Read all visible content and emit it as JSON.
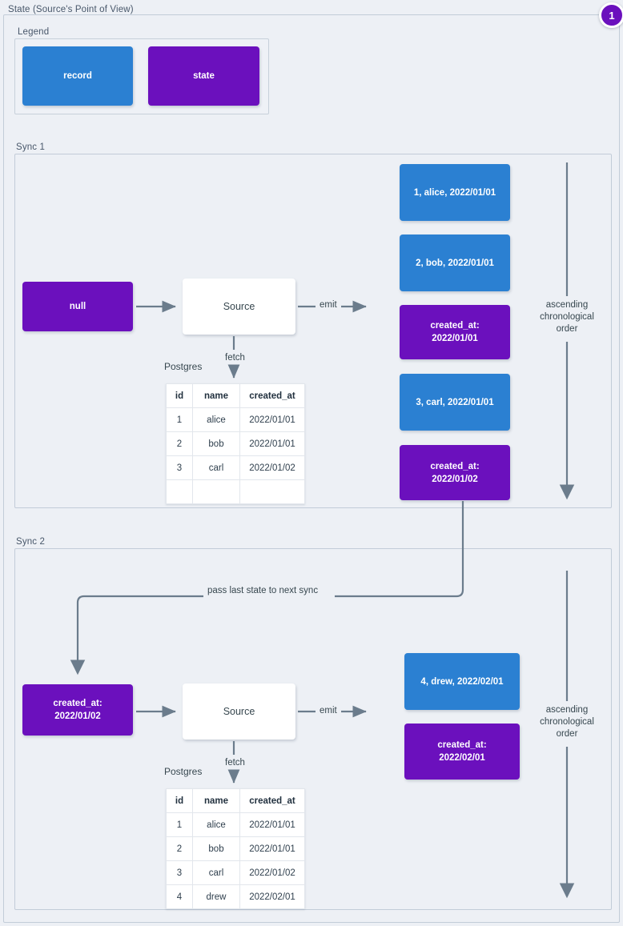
{
  "page": {
    "title": "State (Source's Point of View)",
    "badge": "1",
    "colors": {
      "record": "#2b80d2",
      "state": "#6b10bd",
      "background": "#edf0f5",
      "frame_border": "#c2ccd8",
      "arrow": "#6b7c8c"
    }
  },
  "legend": {
    "title": "Legend",
    "items": [
      {
        "label": "record",
        "color": "#2b80d2"
      },
      {
        "label": "state",
        "color": "#6b10bd"
      }
    ]
  },
  "sync1": {
    "title": "Sync 1",
    "state_in": "null",
    "source": "Source",
    "emit_label": "emit",
    "fetch_label": "fetch",
    "db_label": "Postgres",
    "order_label": "ascending chronological order",
    "table": {
      "columns": [
        "id",
        "name",
        "created_at"
      ],
      "rows": [
        [
          "1",
          "alice",
          "2022/01/01"
        ],
        [
          "2",
          "bob",
          "2022/01/01"
        ],
        [
          "3",
          "carl",
          "2022/01/02"
        ],
        [
          "",
          "",
          ""
        ]
      ]
    },
    "stream": [
      {
        "kind": "record",
        "text": "1, alice, 2022/01/01"
      },
      {
        "kind": "record",
        "text": "2, bob, 2022/01/01"
      },
      {
        "kind": "state",
        "line1": "created_at:",
        "line2": "2022/01/01"
      },
      {
        "kind": "record",
        "text": "3, carl, 2022/01/01"
      },
      {
        "kind": "state",
        "line1": "created_at:",
        "line2": "2022/01/02"
      }
    ]
  },
  "sync2": {
    "title": "Sync 2",
    "pass_label": "pass last state to next sync",
    "state_in_line1": "created_at:",
    "state_in_line2": "2022/01/02",
    "source": "Source",
    "emit_label": "emit",
    "fetch_label": "fetch",
    "db_label": "Postgres",
    "order_label": "ascending chronological order",
    "table": {
      "columns": [
        "id",
        "name",
        "created_at"
      ],
      "rows": [
        [
          "1",
          "alice",
          "2022/01/01"
        ],
        [
          "2",
          "bob",
          "2022/01/01"
        ],
        [
          "3",
          "carl",
          "2022/01/02"
        ],
        [
          "4",
          "drew",
          "2022/02/01"
        ]
      ]
    },
    "stream": [
      {
        "kind": "record",
        "text": "4, drew, 2022/02/01"
      },
      {
        "kind": "state",
        "line1": "created_at:",
        "line2": "2022/02/01"
      }
    ]
  }
}
